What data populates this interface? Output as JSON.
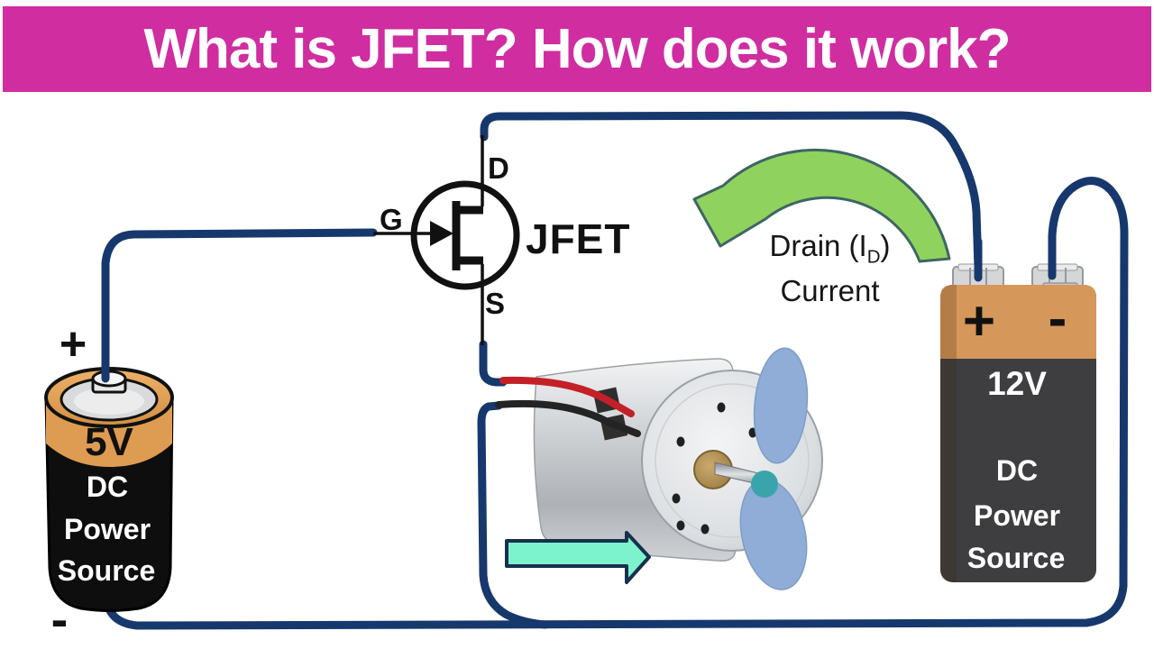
{
  "header": {
    "title": "What is JFET? How does it work?"
  },
  "jfet_symbol": {
    "name": "JFET",
    "drain": "D",
    "gate": "G",
    "source": "S"
  },
  "drain_current_label": {
    "part1": "Drain (I",
    "subscript": "D",
    "part2": ")",
    "line2": "Current"
  },
  "battery_5v": {
    "plus": "+",
    "minus": "-",
    "voltage": "5V",
    "label_lines": [
      "DC",
      "Power",
      "Source"
    ]
  },
  "battery_12v": {
    "plus": "+",
    "minus": "-",
    "voltage": "12V",
    "label_lines": [
      "DC",
      "Power",
      "Source"
    ]
  },
  "colors": {
    "header_bg": "#d02da1",
    "wire_navy": "#17386d",
    "green_arrow_fill": "#90d25e",
    "green_arrow_stroke": "#3e6663",
    "cyan_arrow_fill": "#7df3cd",
    "cyan_arrow_stroke": "#16304e",
    "battery_orange": "#de9c52",
    "battery_black": "#0e0e0e",
    "battery9v_gray": "#3e3e40",
    "red_wire": "#c32028",
    "black_wire": "#242424",
    "fan_blue": "#8fadd6",
    "fan_hub_teal": "#3aa4ad"
  }
}
